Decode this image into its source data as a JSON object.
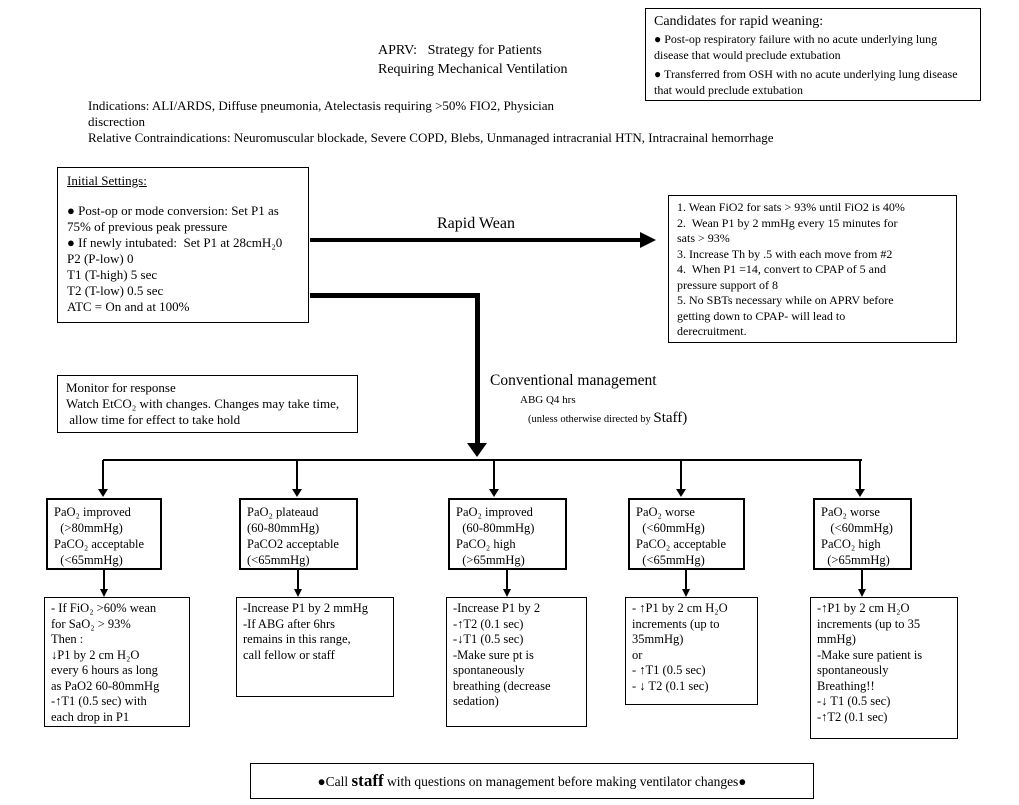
{
  "title": {
    "line1": "APRV:   Strategy for Patients",
    "line2": "Requiring Mechanical Ventilation"
  },
  "candidates": {
    "heading": "Candidates for rapid weaning:",
    "bullet1": "● Post-op respiratory failure with no acute underlying lung disease that would preclude extubation",
    "bullet2": "● Transferred from OSH with no acute underlying lung disease that would preclude extubation"
  },
  "indications": {
    "text": "Indications: ALI/ARDS, Diffuse pneumonia, Atelectasis requiring >50% FIO2, Physician\ndiscrection\nRelative Contraindications: Neuromuscular blockade, Severe COPD, Blebs, Unmanaged intracranial HTN, Intracrainal hemorrhage"
  },
  "initial_settings": {
    "heading": "Initial Settings:",
    "body": "● Post-op or mode conversion: Set P1 as\n75% of previous peak pressure\n● If newly intubated:  Set P1 at 28cmH₂0\nP2 (P-low) 0\nT1 (T-high) 5 sec\nT2 (T-low) 0.5 sec\nATC = On and at 100%"
  },
  "rapid_wean": {
    "label": "Rapid Wean",
    "steps": "1. Wean FiO2 for sats > 93% until FiO2 is 40%\n2.  Wean P1 by 2 mmHg every 15 minutes for\nsats > 93%\n3. Increase Th by .5 with each move from #2\n4.  When P1 =14, convert to CPAP of 5 and\npressure support of 8\n5. No SBTs necessary while on APRV before\ngetting down to CPAP- will lead to\nderecruitment."
  },
  "monitor": {
    "text": "Monitor for response\nWatch EtCO₂ with changes. Changes may take time,\n allow time for effect to take hold"
  },
  "conventional": {
    "title": "Conventional management",
    "line2": "ABG Q4 hrs",
    "line3_small": "(unless otherwise directed by ",
    "line3_large": "Staff)"
  },
  "branches": [
    {
      "condition": "PaO₂ improved\n  (>80mmHg)\nPaCO₂ acceptable\n  (<65mmHg)",
      "action": "- If FiO₂ >60% wean\nfor SaO₂ > 93%\nThen :\n↓P1 by 2 cm H₂O\nevery 6 hours as long\nas PaO2 60-80mmHg\n-↑T1 (0.5 sec) with\neach drop in P1"
    },
    {
      "condition": "PaO₂ plateaud\n(60-80mmHg)\nPaCO2 acceptable\n(<65mmHg)",
      "action": "-Increase P1 by 2 mmHg\n-If ABG after 6hrs\nremains in this range,\ncall fellow or staff"
    },
    {
      "condition": "PaO₂ improved\n  (60-80mmHg)\nPaCO₂ high\n  (>65mmHg)",
      "action": "-Increase P1 by 2\n-↑T2 (0.1 sec)\n-↓T1 (0.5 sec)\n-Make sure pt is\nspontaneously\nbreathing (decrease\nsedation)"
    },
    {
      "condition": "PaO₂ worse\n  (<60mmHg)\nPaCO₂ acceptable\n  (<65mmHg)",
      "action": "- ↑P1 by 2 cm H₂O\nincrements (up to\n35mmHg)\nor\n- ↑T1 (0.5 sec)\n- ↓ T2 (0.1 sec)"
    },
    {
      "condition": "PaO₂ worse\n   (<60mmHg)\nPaCO₂ high\n  (>65mmHg)",
      "action": "-↑P1 by 2 cm H₂O\nincrements (up to 35\nmmHg)\n-Make sure patient is\nspontaneously\nBreathing!!\n-↓ T1 (0.5 sec)\n-↑T2 (0.1 sec)"
    }
  ],
  "footer": {
    "pre": "●Call ",
    "bold": "staff",
    "post": " with questions on management before making ventilator changes●"
  }
}
